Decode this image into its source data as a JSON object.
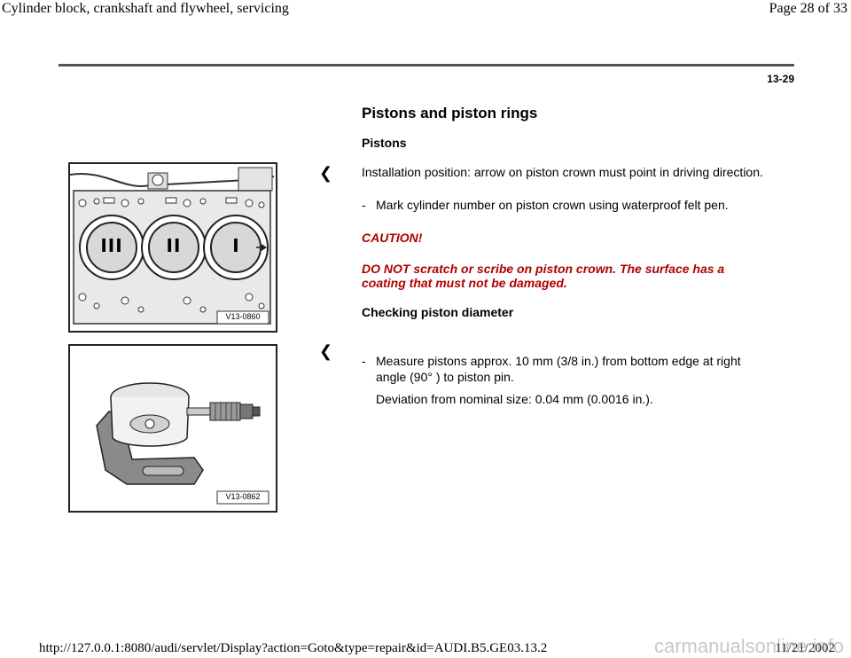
{
  "header": {
    "title": "Cylinder block, crankshaft and flywheel, servicing",
    "page": "Page 28 of 33"
  },
  "page_number": "13-29",
  "section_title": "Pistons and piston rings",
  "subsection": "Pistons",
  "item1": {
    "text": "Installation position: arrow on piston crown must point in driving direction.",
    "bullet_dash": "-",
    "bullet": "Mark cylinder number on piston crown using waterproof felt pen.",
    "caution": "CAUTION!",
    "warning": "DO NOT scratch or scribe on piston crown. The surface has a coating that must not be damaged.",
    "heading": "Checking piston diameter",
    "figure_label": "V13-0860",
    "crown_marks": [
      "III",
      "II",
      "I"
    ]
  },
  "item2": {
    "bullet_dash": "-",
    "bullet": "Measure pistons approx. 10 mm (3/8 in.) from bottom edge at right angle (90° ) to piston pin.",
    "deviation": "Deviation from nominal size: 0.04 mm (0.0016 in.).",
    "figure_label": "V13-0862"
  },
  "footer": {
    "url": "http://127.0.0.1:8080/audi/servlet/Display?action=Goto&type=repair&id=AUDI.B5.GE03.13.2",
    "watermark": "carmanualsonline.info",
    "date": "11/21/2002"
  }
}
